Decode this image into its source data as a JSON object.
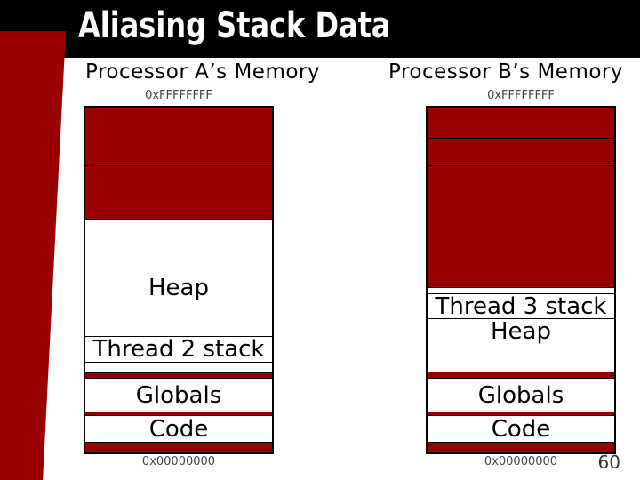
{
  "slide": {
    "title": "Aliasing Stack Data",
    "page_number": "60"
  },
  "colors": {
    "accent_red": "#990000",
    "title_bar_black": "#000000",
    "background": "#ffffff"
  },
  "columns": [
    {
      "id": "processor-a",
      "header": "Processor A’s Memory",
      "top_address": "0xFFFFFFFF",
      "bottom_address": "0x00000000",
      "segments": [
        {
          "type": "allocated",
          "label": "",
          "height": 36
        },
        {
          "type": "allocated",
          "label": "",
          "height": 29
        },
        {
          "type": "allocated",
          "label": "",
          "height": 60
        },
        {
          "type": "free",
          "label": "Heap",
          "height": 132,
          "label_pad_top": 64
        },
        {
          "type": "free",
          "label": "Thread 2 stack",
          "height": 29
        },
        {
          "type": "free",
          "label": "",
          "height": 12
        },
        {
          "type": "allocated",
          "label": "",
          "height": 6
        },
        {
          "type": "free",
          "label": "Globals",
          "height": 38
        },
        {
          "type": "allocated",
          "label": "",
          "height": 4
        },
        {
          "type": "free",
          "label": "Code",
          "height": 30
        },
        {
          "type": "allocated",
          "label": "",
          "height": 12
        }
      ]
    },
    {
      "id": "processor-b",
      "header": "Processor B’s Memory",
      "top_address": "0xFFFFFFFF",
      "bottom_address": "0x00000000",
      "segments": [
        {
          "type": "allocated",
          "label": "",
          "height": 34
        },
        {
          "type": "allocated",
          "label": "",
          "height": 31
        },
        {
          "type": "allocated",
          "label": "",
          "height": 137
        },
        {
          "type": "free",
          "label": "",
          "height": 7
        },
        {
          "type": "free",
          "label": "Thread 3 stack",
          "height": 28
        },
        {
          "type": "free",
          "label": "Heap",
          "height": 60,
          "label_pad_top": 1
        },
        {
          "type": "allocated",
          "label": "",
          "height": 7
        },
        {
          "type": "free",
          "label": "Globals",
          "height": 38
        },
        {
          "type": "allocated",
          "label": "",
          "height": 4
        },
        {
          "type": "free",
          "label": "Code",
          "height": 30
        },
        {
          "type": "allocated",
          "label": "",
          "height": 12
        }
      ]
    }
  ]
}
